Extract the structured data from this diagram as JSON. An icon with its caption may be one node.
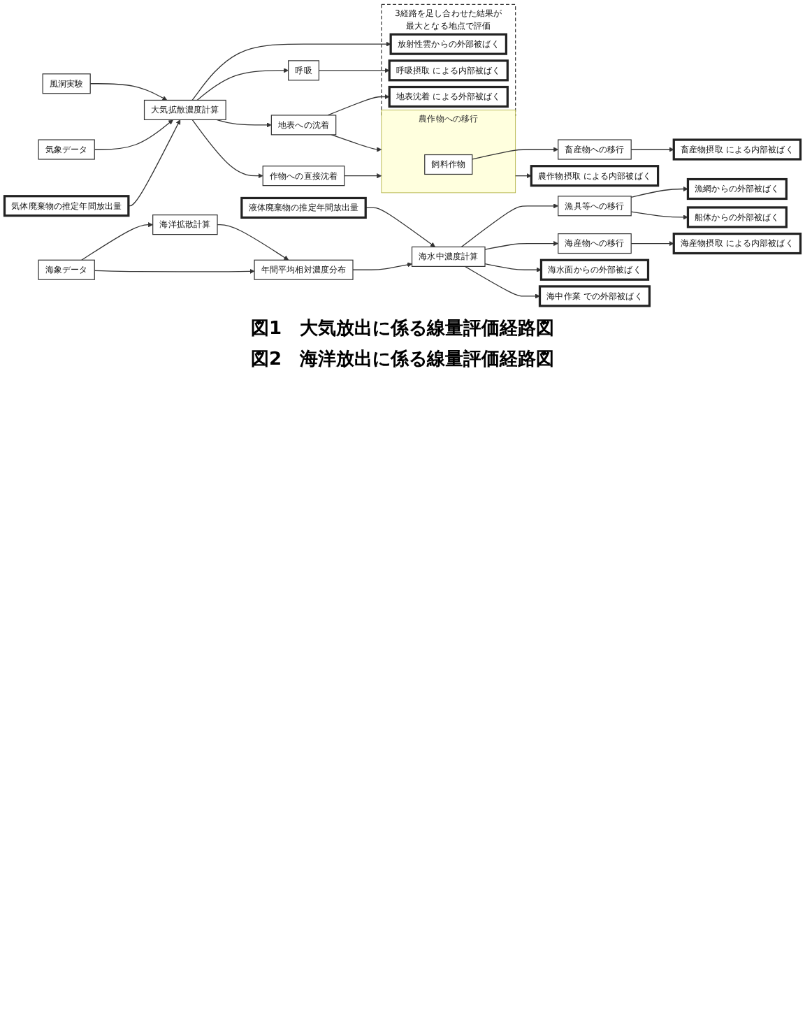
{
  "diagram": {
    "nodes": [
      {
        "text": [
          "風洞実験"
        ]
      },
      {
        "text": [
          "気象データ"
        ]
      },
      {
        "text": [
          "気体廃棄物の推定年間放出量"
        ]
      },
      {
        "text": [
          "大気拡散濃度計算"
        ]
      },
      {
        "text": [
          "地表への沈着"
        ]
      },
      {
        "text": [
          "作物への直接沈着"
        ]
      },
      {
        "text": [
          "呼吸"
        ]
      },
      {
        "text": [
          "農作物への移行"
        ]
      },
      {
        "text": [
          "飼料作物"
        ],
        "in": 7
      },
      {
        "text": [
          "畜産物への移行"
        ]
      },
      {
        "text": [
          "3経路を足し合わせた結果が最大となる地点で評価"
        ]
      },
      {
        "text": [
          "放射性雲からの外部被ばく"
        ],
        "in": 10
      },
      {
        "text": [
          "呼吸摂取 による内部被ばく"
        ],
        "in": 10
      },
      {
        "text": [
          "地表沈着 による外部被ばく"
        ],
        "in": 10
      },
      {
        "text": [
          "農作物摂取 による内部被ばく"
        ]
      },
      {
        "text": [
          "畜産物摂取 による内部被ばく"
        ]
      },
      {
        "text": [
          "海洋拡散計算"
        ]
      },
      {
        "text": [
          "海象データ"
        ]
      },
      {
        "text": [
          "液体廃棄物の推定年間放出量"
        ]
      },
      {
        "text": [
          "年間平均相対濃度分布"
        ]
      },
      {
        "text": [
          "海水中濃度計算"
        ]
      },
      {
        "text": [
          "漁具等への移行"
        ]
      },
      {
        "text": [
          "海産物への移行"
        ]
      },
      {
        "text": [
          "海水面からの外部被ばく"
        ]
      },
      {
        "text": [
          "漁網からの外部被ばく"
        ]
      },
      {
        "text": [
          "船体からの外部被ばく"
        ]
      },
      {
        "text": [
          "海中作業 での外部被ばく"
        ]
      },
      {
        "text": [
          "海産物摂取 による内部被ばく"
        ]
      }
    ],
    "edges": [
      {
        "from": 0,
        "to": 3,
        "arrow": "to"
      },
      {
        "from": 1,
        "to": 3,
        "arrow": "to"
      },
      {
        "from": 2,
        "to": 3,
        "arrow": "to"
      },
      {
        "from": 3,
        "to": 11,
        "arrow": "to"
      },
      {
        "from": 3,
        "to": 6,
        "arrow": "to"
      },
      {
        "from": 3,
        "to": 4,
        "arrow": "to"
      },
      {
        "from": 3,
        "to": 5,
        "arrow": "to"
      },
      {
        "from": 6,
        "to": 12,
        "arrow": "to"
      },
      {
        "from": 4,
        "to": 13,
        "arrow": "to"
      },
      {
        "from": 4,
        "to": 7,
        "arrow": "to"
      },
      {
        "from": 5,
        "to": 7,
        "arrow": "to"
      },
      {
        "from": 8,
        "to": 9,
        "arrow": "to"
      },
      {
        "from": 7,
        "to": 14,
        "arrow": "to"
      },
      {
        "from": 9,
        "to": 15,
        "arrow": "to"
      },
      {
        "from": 17,
        "to": 16,
        "arrow": "to"
      },
      {
        "from": 16,
        "to": 19,
        "arrow": "to"
      },
      {
        "from": 17,
        "to": 19,
        "arrow": "to"
      },
      {
        "from": 18,
        "to": 20,
        "arrow": "to"
      },
      {
        "from": 19,
        "to": 20,
        "arrow": "to"
      },
      {
        "from": 20,
        "to": 23,
        "arrow": "to"
      },
      {
        "from": 20,
        "to": 21,
        "arrow": "to"
      },
      {
        "from": 20,
        "to": 26,
        "arrow": "to"
      },
      {
        "from": 20,
        "to": 22,
        "arrow": "to"
      },
      {
        "from": 21,
        "to": 24,
        "arrow": "to"
      },
      {
        "from": 21,
        "to": 25,
        "arrow": "to"
      },
      {
        "from": 22,
        "to": 27,
        "arrow": "to"
      }
    ],
    "labels": [
      "図1　大気放出に係る線量評価経路図",
      "図2　海洋放出に係る線量評価経路図"
    ]
  }
}
